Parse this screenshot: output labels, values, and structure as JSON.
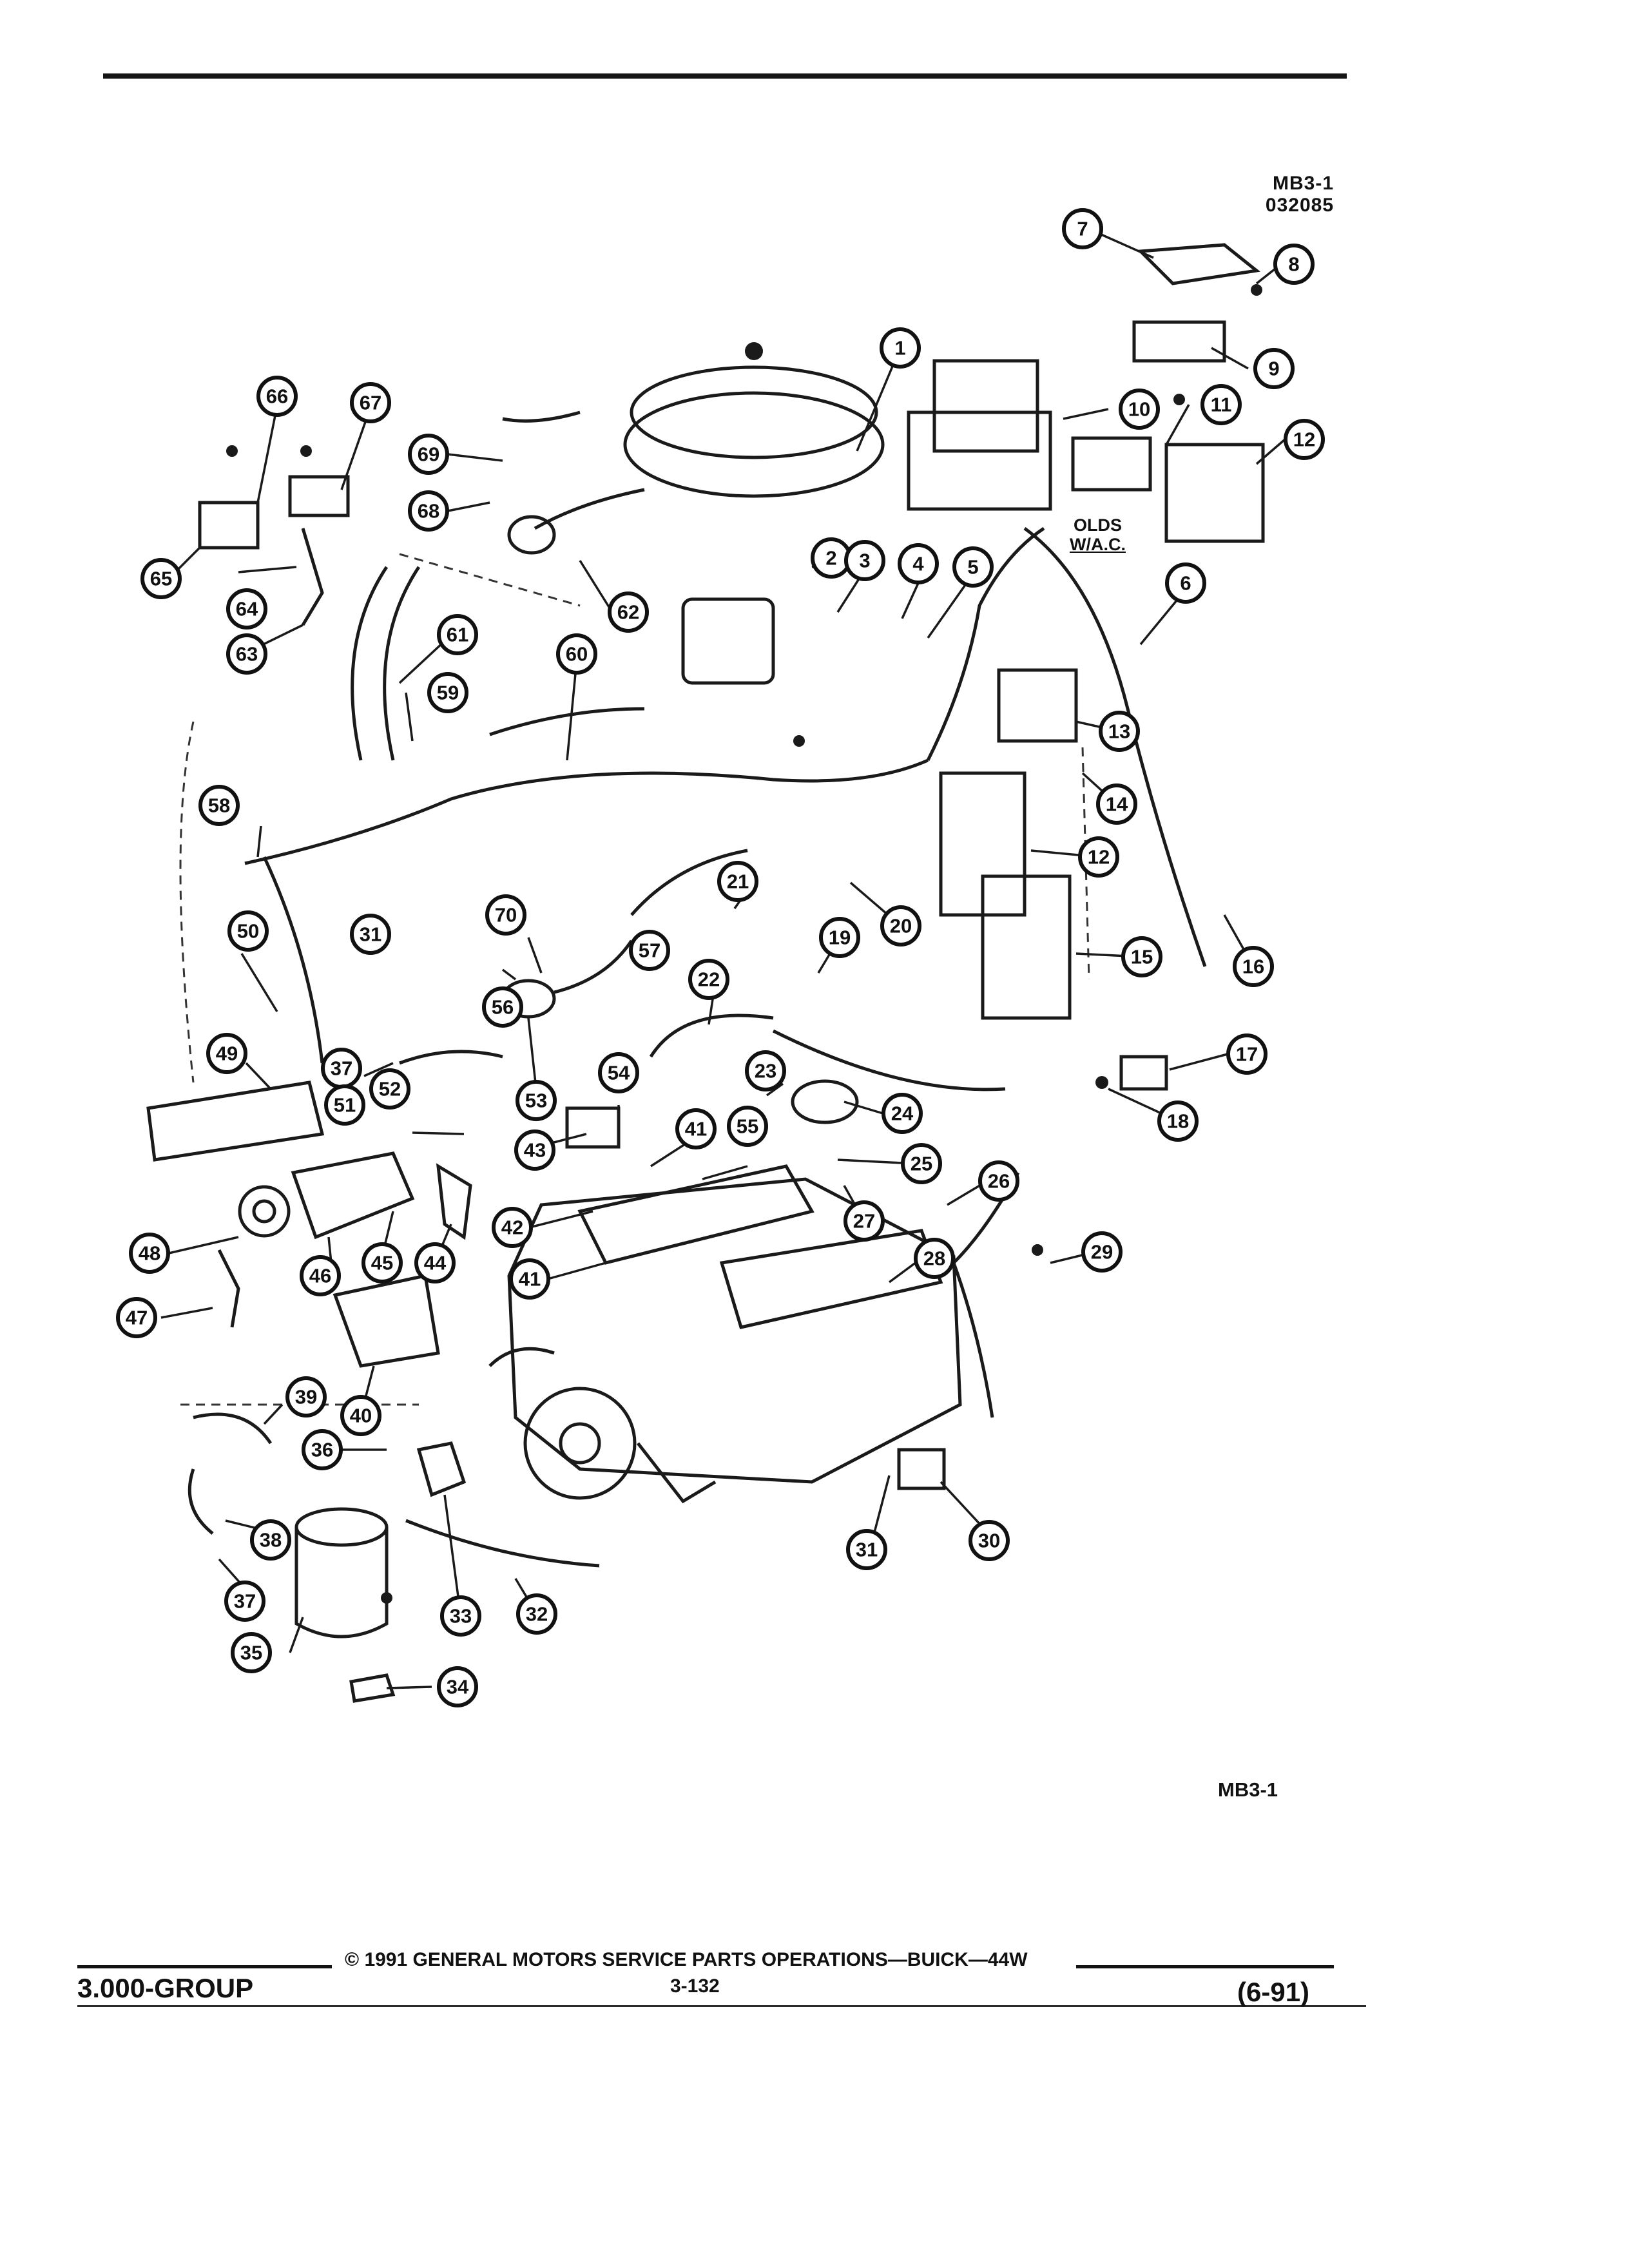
{
  "header": {
    "ref_code": "MB3-1",
    "ref_number": "032085"
  },
  "note": {
    "line1": "OLDS",
    "line2": "W/A.C."
  },
  "callouts": [
    "1",
    "2",
    "3",
    "4",
    "5",
    "6",
    "7",
    "8",
    "9",
    "10",
    "11",
    "12",
    "12",
    "13",
    "14",
    "15",
    "16",
    "17",
    "18",
    "19",
    "20",
    "21",
    "22",
    "23",
    "24",
    "25",
    "26",
    "27",
    "28",
    "29",
    "30",
    "31",
    "31",
    "32",
    "33",
    "34",
    "35",
    "36",
    "37",
    "37",
    "38",
    "39",
    "40",
    "41",
    "41",
    "42",
    "43",
    "44",
    "45",
    "46",
    "47",
    "48",
    "49",
    "50",
    "51",
    "52",
    "53",
    "54",
    "55",
    "56",
    "57",
    "58",
    "59",
    "60",
    "61",
    "62",
    "63",
    "64",
    "65",
    "66",
    "67",
    "68",
    "69",
    "70"
  ],
  "figure_label": "MB3-1",
  "footer": {
    "group": "3.000-GROUP",
    "copyright": "© 1991 GENERAL MOTORS SERVICE PARTS OPERATIONS—BUICK—44W",
    "page": "3-132",
    "date": "(6-91)"
  }
}
